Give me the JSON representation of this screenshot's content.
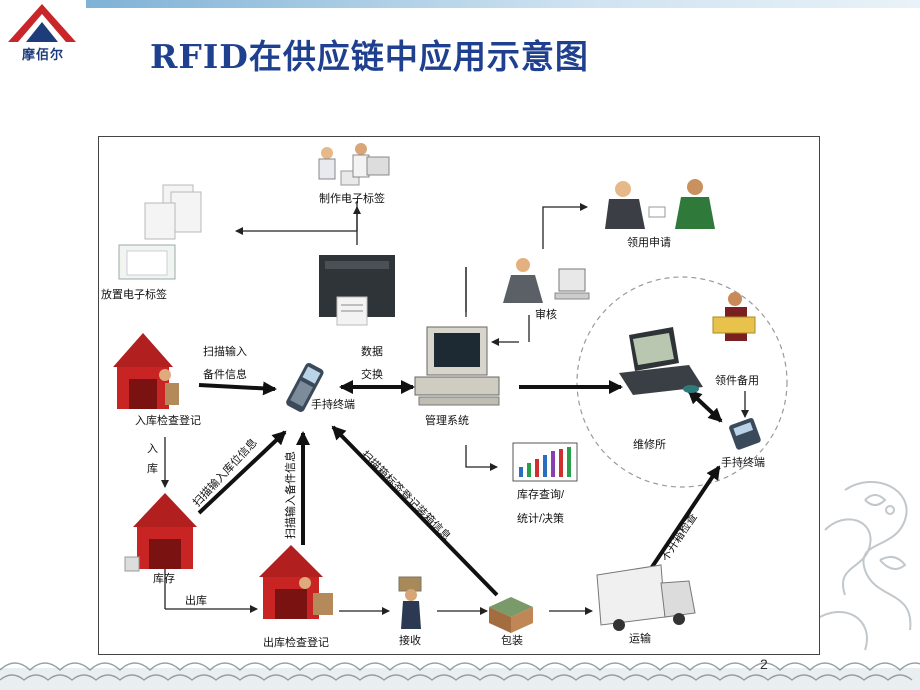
{
  "header": {
    "logo_text": "摩佰尔",
    "title": "RFID在供应链中应用示意图",
    "slide_number": "2"
  },
  "diagram": {
    "nodes": {
      "make_tag": "制作电子标签",
      "place_tag": "放置电子标签",
      "apply": "领用申请",
      "review": "审核",
      "inbound_check": "入库检查登记",
      "handheld": "手持终端",
      "management": "管理系统",
      "data_exchange_1": "数据",
      "data_exchange_2": "交换",
      "scan_input_1": "扫描输入",
      "scan_input_2": "备件信息",
      "parts_spare": "领件备用",
      "repair_shop": "维修所",
      "handheld_repair": "手持终端",
      "inventory_query_1": "库存查询/",
      "inventory_query_2": "统计/决策",
      "inbound_1": "入",
      "inbound_2": "库",
      "stock": "库存",
      "outbound": "出库",
      "outbound_check": "出库检查登记",
      "receive": "接收",
      "package": "包装",
      "transport": "运输"
    },
    "diag_labels": {
      "scan_location": "扫描输入库位信息",
      "scan_parts": "扫描输入备件信息",
      "scan_box": "扫描箱标签登记装箱信息",
      "no_open": "不开箱检查"
    }
  }
}
